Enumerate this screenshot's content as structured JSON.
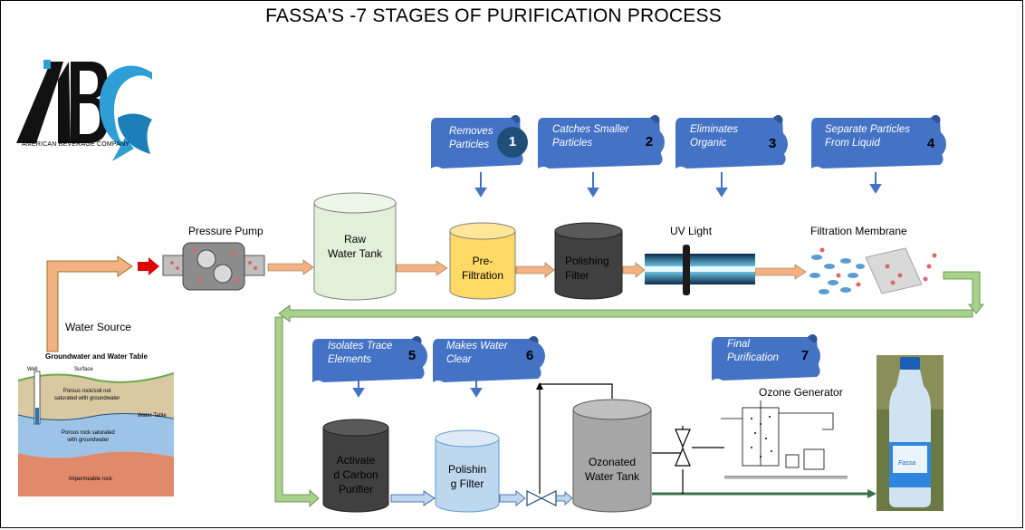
{
  "title": "FASSA'S -7 STAGES OF PURIFICATION PROCESS",
  "logo": {
    "letters": "ABC",
    "company": "AMERICAN BEVERAGE COMPANY"
  },
  "colors": {
    "scroll_blue": "#4472c4",
    "scroll_dark": "#2f5597",
    "badge_dark": "#1f4e79",
    "pipe_orange": "#f4b183",
    "pipe_green": "#a9d18e",
    "tank_green": "#e2f0d9",
    "tank_yellow": "#ffd966",
    "tank_dark": "#404040",
    "tank_blue": "#bdd7ee",
    "tank_gray": "#a6a6a6"
  },
  "stages": [
    {
      "number": "1",
      "text_lines": [
        "Removes",
        "Particles"
      ]
    },
    {
      "number": "2",
      "text_lines": [
        "Catches Smaller",
        "Particles"
      ]
    },
    {
      "number": "3",
      "text_lines": [
        "Eliminates",
        "Organic"
      ]
    },
    {
      "number": "4",
      "text_lines": [
        "Separate Particles",
        "From Liquid"
      ]
    },
    {
      "number": "5",
      "text_lines": [
        "Isolates Trace",
        "Elements"
      ]
    },
    {
      "number": "6",
      "text_lines": [
        "Makes Water",
        "Clear"
      ]
    },
    {
      "number": "7",
      "text_lines": [
        "Final",
        "Purification"
      ]
    }
  ],
  "components": {
    "pressure_pump": "Pressure Pump",
    "raw_tank": [
      "Raw",
      "Water Tank"
    ],
    "pre_filtration": [
      "Pre-",
      "Filtration"
    ],
    "polishing_filter_1": [
      "Polishing",
      "Filter"
    ],
    "uv_light": "UV Light",
    "filtration_membrane": "Filtration Membrane",
    "carbon_purifier": [
      "Activate",
      "d Carbon",
      "Purifier"
    ],
    "polishing_filter_2": [
      "Polishin",
      "g Filter"
    ],
    "ozonated_tank": [
      "Ozonated",
      "Water Tank"
    ],
    "ozone_generator": "Ozone Generator",
    "water_source": "Water Source"
  },
  "groundwater": {
    "title": "Groundwater and Water Table",
    "well": "Well",
    "surface": "Surface",
    "porous_unsaturated": [
      "Porous rock/soil not",
      "saturated with groundwater"
    ],
    "water_table": "Water Table",
    "porous_saturated": [
      "Porous rock saturated",
      "with groundwater"
    ],
    "impermeable": "Impermeable rock"
  },
  "bottle_label": "Fassa"
}
